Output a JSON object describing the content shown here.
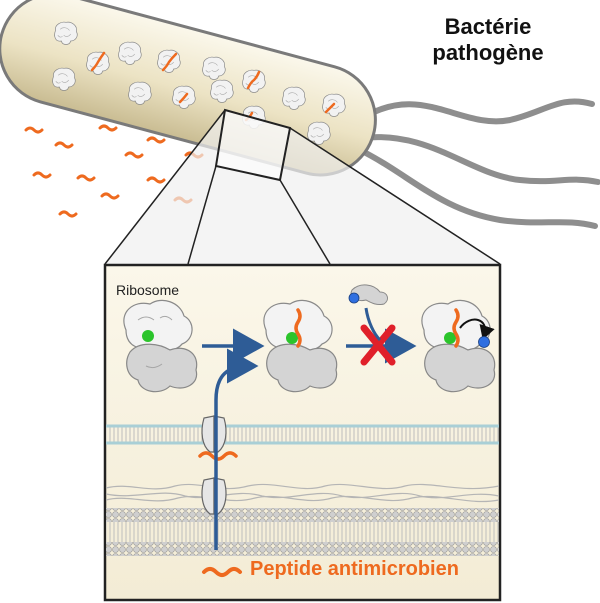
{
  "title_line1": "Bactérie",
  "title_line2": "pathogène",
  "ribosome_label": "Ribosome",
  "peptide_label": "Peptide antimicrobien",
  "colors": {
    "peptide": "#ee6a1f",
    "arrow": "#2e5c96",
    "cross": "#e0202a",
    "green_site": "#2bc42b",
    "blue_factor": "#2f6fe0",
    "bacterium_fill": "#ece3c4",
    "ribosome": "#d9d9d9",
    "membrane": "#cfcfcf"
  },
  "icons": [
    "ribosome-icon",
    "peptide-icon",
    "cross-icon",
    "transporter-icon",
    "flagellum-icon"
  ]
}
